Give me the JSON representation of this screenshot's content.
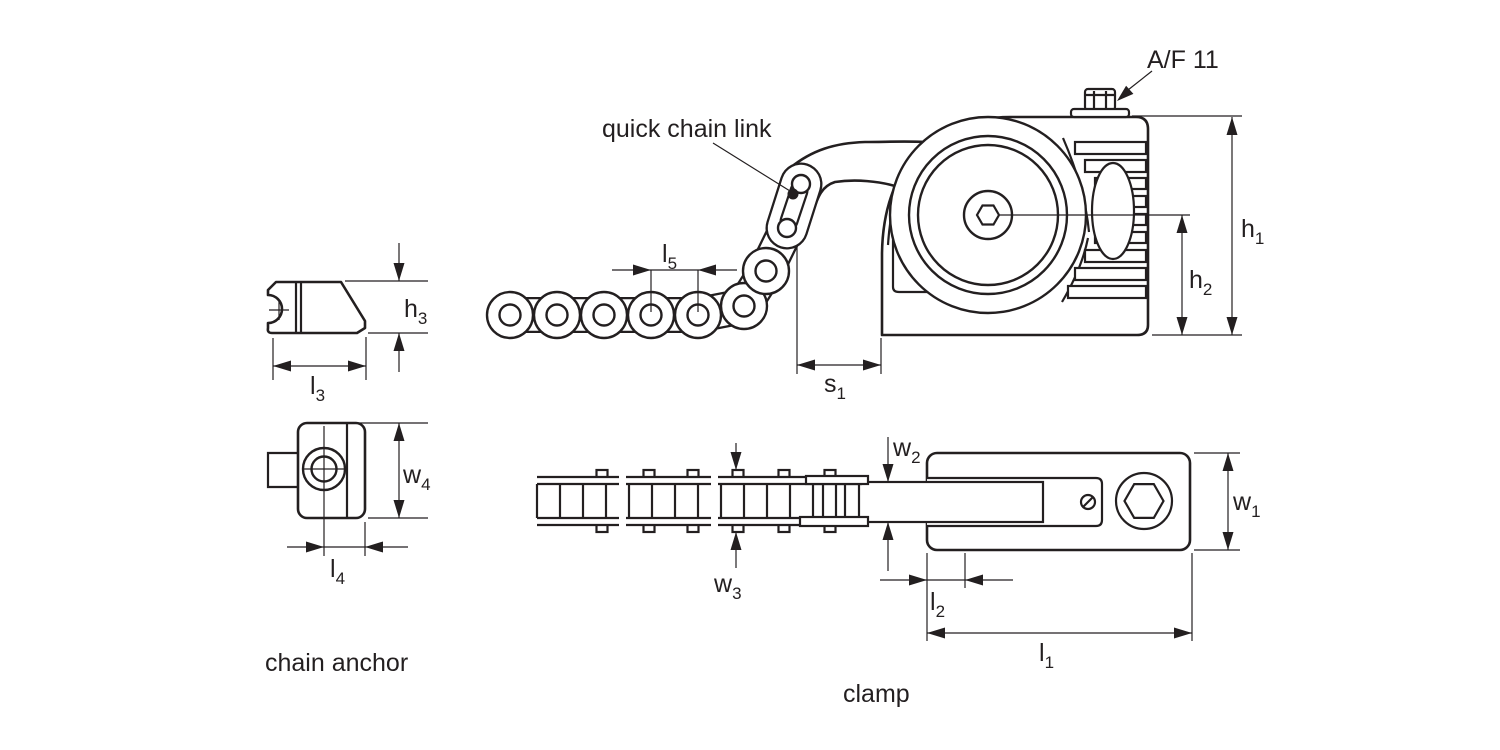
{
  "drawing": {
    "parts": {
      "quick_chain_link": "quick chain link",
      "chain_anchor": "chain anchor",
      "clamp": "clamp"
    },
    "callouts": {
      "af": "A/F 11"
    },
    "dims": {
      "h1": {
        "main": "h",
        "sub": "1"
      },
      "h2": {
        "main": "h",
        "sub": "2"
      },
      "h3": {
        "main": "h",
        "sub": "3"
      },
      "l1": {
        "main": "l",
        "sub": "1"
      },
      "l2": {
        "main": "l",
        "sub": "2"
      },
      "l3": {
        "main": "l",
        "sub": "3"
      },
      "l4": {
        "main": "l",
        "sub": "4"
      },
      "l5": {
        "main": "l",
        "sub": "5"
      },
      "s1": {
        "main": "s",
        "sub": "1"
      },
      "w1": {
        "main": "w",
        "sub": "1"
      },
      "w2": {
        "main": "w",
        "sub": "2"
      },
      "w3": {
        "main": "w",
        "sub": "3"
      },
      "w4": {
        "main": "w",
        "sub": "4"
      }
    },
    "colors": {
      "line": "#231f20",
      "background": "#ffffff"
    }
  }
}
